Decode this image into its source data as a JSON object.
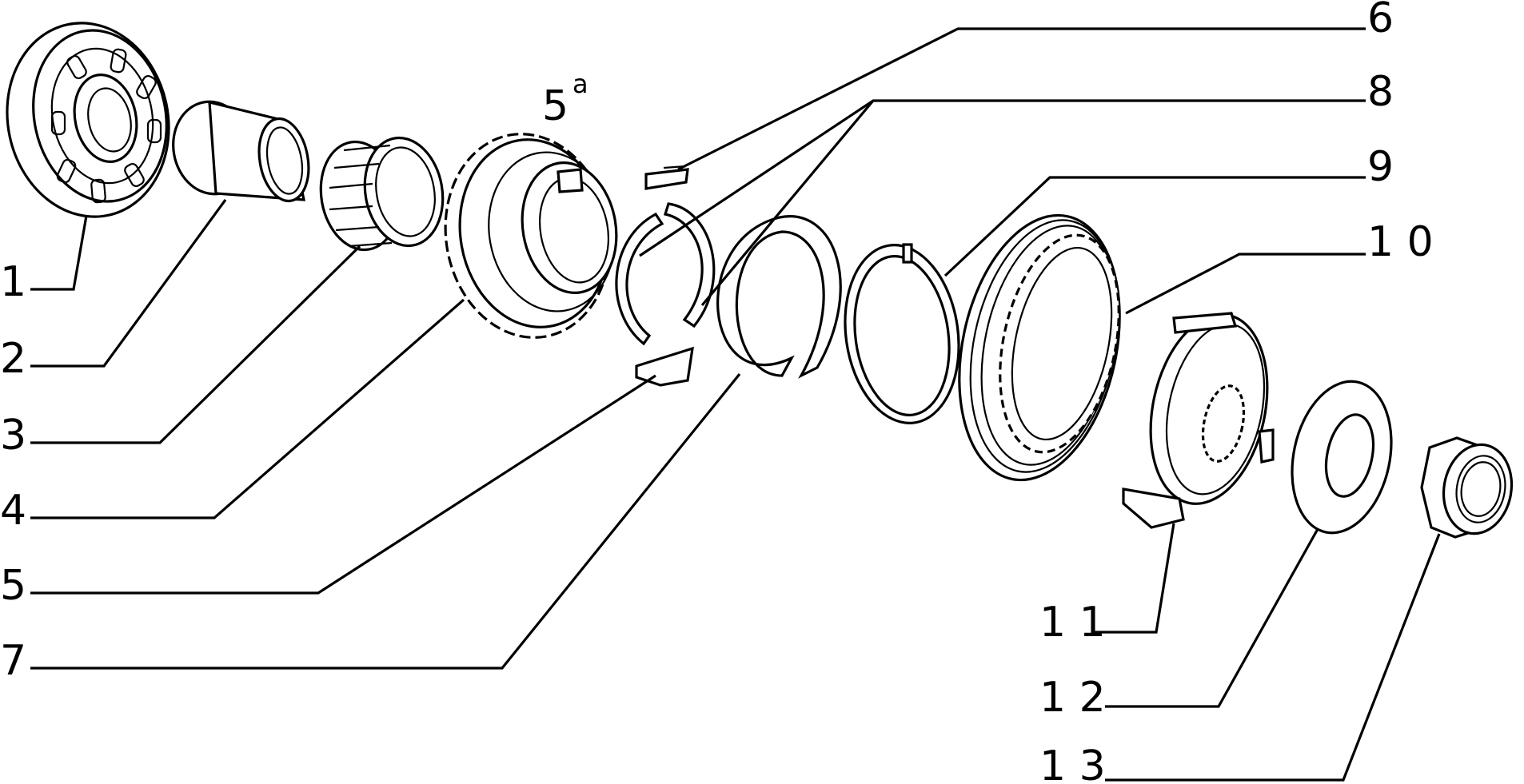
{
  "labels": {
    "p1": "1",
    "p2": "2",
    "p3": "3",
    "p4": "4",
    "p5": "5",
    "p5a": "5",
    "p5a_sup": "a",
    "p6": "6",
    "p7": "7",
    "p8": "8",
    "p9": "9",
    "p10": "1 0",
    "p11": "1 1",
    "p12": "1 2",
    "p13": "1 3"
  }
}
